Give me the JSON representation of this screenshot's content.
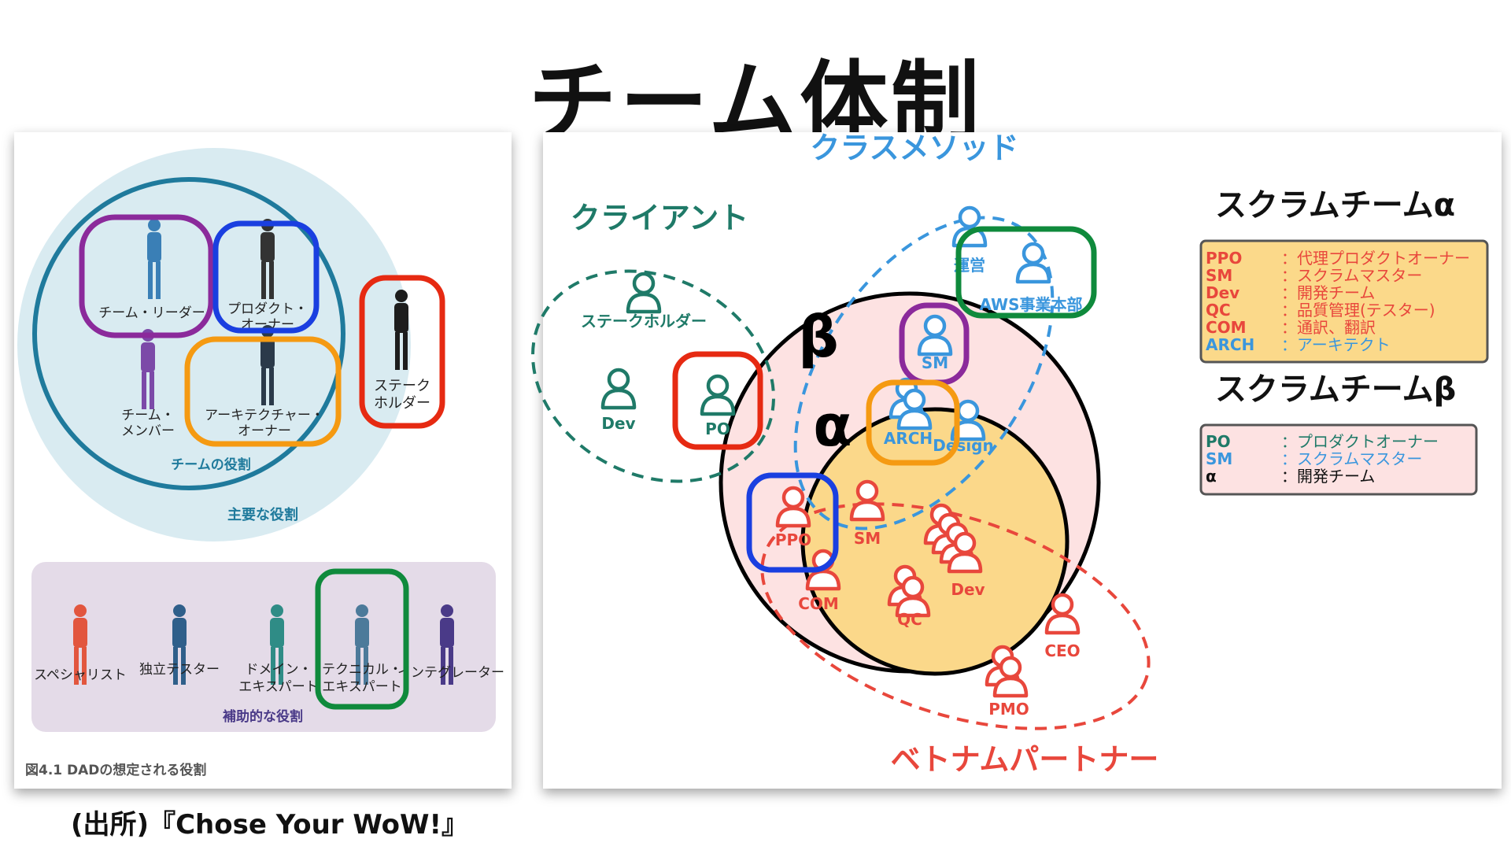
{
  "title": "チーム体制",
  "source_note": "(出所)『Chose Your WoW!』",
  "left": {
    "roles": {
      "team_lead": "チーム・リーダー",
      "product_owner_1": "プロダクト・",
      "product_owner_2": "オーナー",
      "team_member_1": "チーム・",
      "team_member_2": "メンバー",
      "architecture_owner_1": "アーキテクチャー・",
      "architecture_owner_2": "オーナー",
      "stakeholder_1": "ステーク",
      "stakeholder_2": "ホルダー",
      "team_roles": "チームの役割",
      "primary_roles": "主要な役割"
    },
    "supporting": {
      "specialist": "スペシャリスト",
      "tester": "独立テスター",
      "domain_expert_1": "ドメイン・",
      "domain_expert_2": "エキスパート",
      "tech_expert_1": "テクニカル・",
      "tech_expert_2": "エキスパート",
      "integrator": "インテグレーター",
      "label": "補助的な役割"
    },
    "caption": "図4.1 DADの想定される役割"
  },
  "right": {
    "groups": {
      "classmethod": "クラスメソッド",
      "client": "クライアント",
      "vietnam": "ベトナムパートナー",
      "beta": "β",
      "alpha": "α"
    },
    "people": {
      "stakeholder": "ステークホルダー",
      "dev_client": "Dev",
      "po": "PO",
      "unei": "運営",
      "aws": "AWS事業本部",
      "sm_cm": "SM",
      "arch": "ARCH",
      "design": "Design",
      "ppo": "PPO",
      "sm_vn": "SM",
      "com": "COM",
      "qc": "QC",
      "dev_vn": "Dev",
      "ceo": "CEO",
      "pmo": "PMO"
    },
    "legend_alpha": {
      "title": "スクラムチームα",
      "items": [
        {
          "code": "PPO",
          "desc": "：代理プロダクトオーナー"
        },
        {
          "code": "SM",
          "desc": "：スクラムマスター"
        },
        {
          "code": "Dev",
          "desc": "：開発チーム"
        },
        {
          "code": "QC",
          "desc": "：品質管理(テスター)"
        },
        {
          "code": "COM",
          "desc": "：通訳、翻訳"
        },
        {
          "code": "ARCH",
          "desc": "：アーキテクト"
        }
      ]
    },
    "legend_beta": {
      "title": "スクラムチームβ",
      "items": [
        {
          "code": "PO",
          "desc": "：プロダクトオーナー"
        },
        {
          "code": "SM",
          "desc": "：スクラムマスター"
        },
        {
          "code": "α",
          "desc": "：開発チーム"
        }
      ]
    }
  },
  "colors": {
    "red": "#e8473c",
    "blue": "#3a96dd",
    "green": "#1f7a68",
    "alpha_fill": "#fbd88a",
    "beta_fill": "#fde2e2",
    "box_purple": "#8b2a9b",
    "box_blue": "#1a3fe0",
    "box_orange": "#f59a12",
    "box_red": "#e62a12",
    "box_green": "#0f8a3c"
  }
}
